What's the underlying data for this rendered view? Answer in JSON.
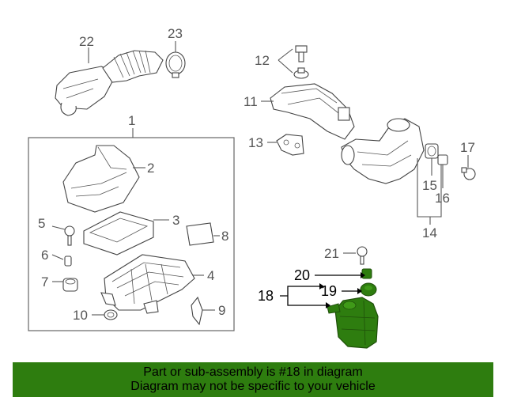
{
  "callouts": {
    "c1": "1",
    "c2": "2",
    "c3": "3",
    "c4": "4",
    "c5": "5",
    "c6": "6",
    "c7": "7",
    "c8": "8",
    "c9": "9",
    "c10": "10",
    "c11": "11",
    "c12": "12",
    "c13": "13",
    "c14": "14",
    "c15": "15",
    "c16": "16",
    "c17": "17",
    "c18": "18",
    "c19": "19",
    "c20": "20",
    "c21": "21",
    "c22": "22",
    "c23": "23"
  },
  "highlight": {
    "part_number": "18",
    "color": "#2e7d0f"
  },
  "banner": {
    "line1": "Part or sub-assembly is #18 in diagram",
    "line2": "Diagram may not be specific to your vehicle",
    "background": "#2e7d0f"
  }
}
